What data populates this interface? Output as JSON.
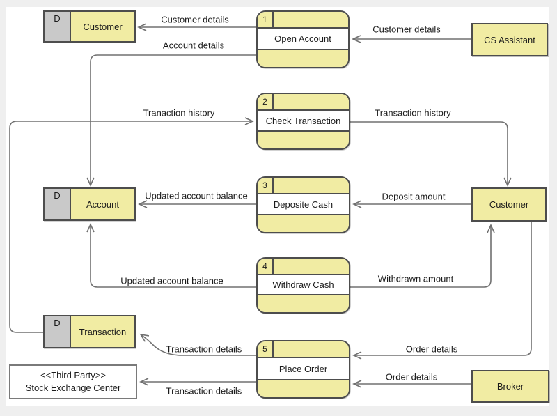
{
  "colors": {
    "page_bg": "#efefef",
    "canvas_bg": "#ffffff",
    "shape_fill": "#f1eca3",
    "store_tag_fill": "#c9c9c9",
    "shape_border": "#4d4d4d",
    "connector": "#707070",
    "text": "#1b1b1b"
  },
  "data_stores": [
    {
      "tag": "D",
      "name": "Customer"
    },
    {
      "tag": "D",
      "name": "Account"
    },
    {
      "tag": "D",
      "name": "Transaction"
    }
  ],
  "processes": [
    {
      "number": "1",
      "name": "Open Account"
    },
    {
      "number": "2",
      "name": "Check Transaction"
    },
    {
      "number": "3",
      "name": "Deposite Cash"
    },
    {
      "number": "4",
      "name": "Withdraw Cash"
    },
    {
      "number": "5",
      "name": "Place Order"
    }
  ],
  "external_entities": [
    {
      "name": "CS Assistant"
    },
    {
      "name": "Customer"
    },
    {
      "name": "Broker"
    }
  ],
  "third_party": {
    "stereotype": "<<Third Party>>",
    "name": "Stock Exchange Center"
  },
  "flows": [
    {
      "label": "Customer details",
      "from": "Open Account",
      "to": "Customer (data store)"
    },
    {
      "label": "Account details",
      "from": "Open Account",
      "to": "Account (data store)"
    },
    {
      "label": "Customer details",
      "from": "CS Assistant",
      "to": "Open Account"
    },
    {
      "label": "Tranaction history",
      "from": "Transaction (data store)",
      "to": "Check Transaction"
    },
    {
      "label": "Transaction history",
      "from": "Check Transaction",
      "to": "Customer (entity)"
    },
    {
      "label": "Updated account balance",
      "from": "Deposite Cash",
      "to": "Account (data store)"
    },
    {
      "label": "Deposit amount",
      "from": "Customer (entity)",
      "to": "Deposite Cash"
    },
    {
      "label": "Updated account balance",
      "from": "Withdraw Cash",
      "to": "Account (data store)"
    },
    {
      "label": "Withdrawn amount",
      "from": "Withdraw Cash",
      "to": "Customer (entity)"
    },
    {
      "label": "Transaction details",
      "from": "Place Order",
      "to": "Transaction (data store)"
    },
    {
      "label": "Order details",
      "from": "Customer (entity)",
      "to": "Place Order"
    },
    {
      "label": "Transaction details",
      "from": "Place Order",
      "to": "Stock Exchange Center"
    },
    {
      "label": "Order details",
      "from": "Broker",
      "to": "Place Order"
    }
  ]
}
